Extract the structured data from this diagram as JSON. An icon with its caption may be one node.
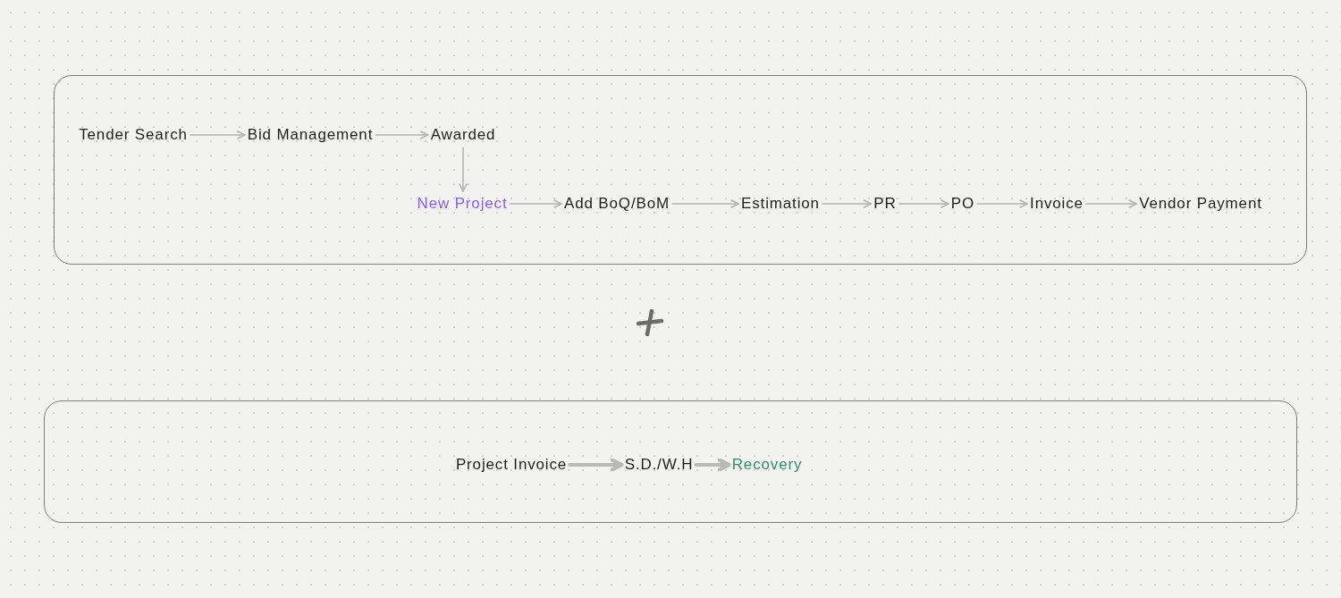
{
  "diagram": {
    "nodes": [
      {
        "text": [],
        "shape": "box"
      },
      {
        "text": [
          "Tender Search"
        ],
        "in": 0
      },
      {
        "text": [
          "Bid Management"
        ],
        "in": 0
      },
      {
        "text": [
          "Awarded"
        ],
        "in": 0
      },
      {
        "text": [
          "New Project"
        ],
        "in": 0
      },
      {
        "text": [
          "Add BoQ/BoM"
        ],
        "in": 0
      },
      {
        "text": [
          "Estimation"
        ],
        "in": 0
      },
      {
        "text": [
          "PR"
        ],
        "in": 0
      },
      {
        "text": [
          "PO"
        ],
        "in": 0
      },
      {
        "text": [
          "Invoice"
        ],
        "in": 0
      },
      {
        "text": [
          "Vendor Payment"
        ],
        "in": 0
      },
      {
        "text": [],
        "shape": "box"
      },
      {
        "text": [
          "Project Invoice"
        ],
        "in": 11
      },
      {
        "text": [
          "S.D./W.H"
        ],
        "in": 11
      },
      {
        "text": [
          "Recovery"
        ],
        "in": 11
      }
    ],
    "edges": [
      {
        "from": 1,
        "to": 2,
        "arrow": "to"
      },
      {
        "from": 2,
        "to": 3,
        "arrow": "to"
      },
      {
        "from": 3,
        "to": 4,
        "arrow": "to"
      },
      {
        "from": 4,
        "to": 5,
        "arrow": "to"
      },
      {
        "from": 5,
        "to": 6,
        "arrow": "to"
      },
      {
        "from": 6,
        "to": 7,
        "arrow": "to"
      },
      {
        "from": 7,
        "to": 8,
        "arrow": "to"
      },
      {
        "from": 8,
        "to": 9,
        "arrow": "to"
      },
      {
        "from": 9,
        "to": 10,
        "arrow": "to"
      },
      {
        "from": 12,
        "to": 13,
        "arrow": "to",
        "style": "thick"
      },
      {
        "from": 13,
        "to": 14,
        "arrow": "to",
        "style": "thick"
      }
    ]
  }
}
